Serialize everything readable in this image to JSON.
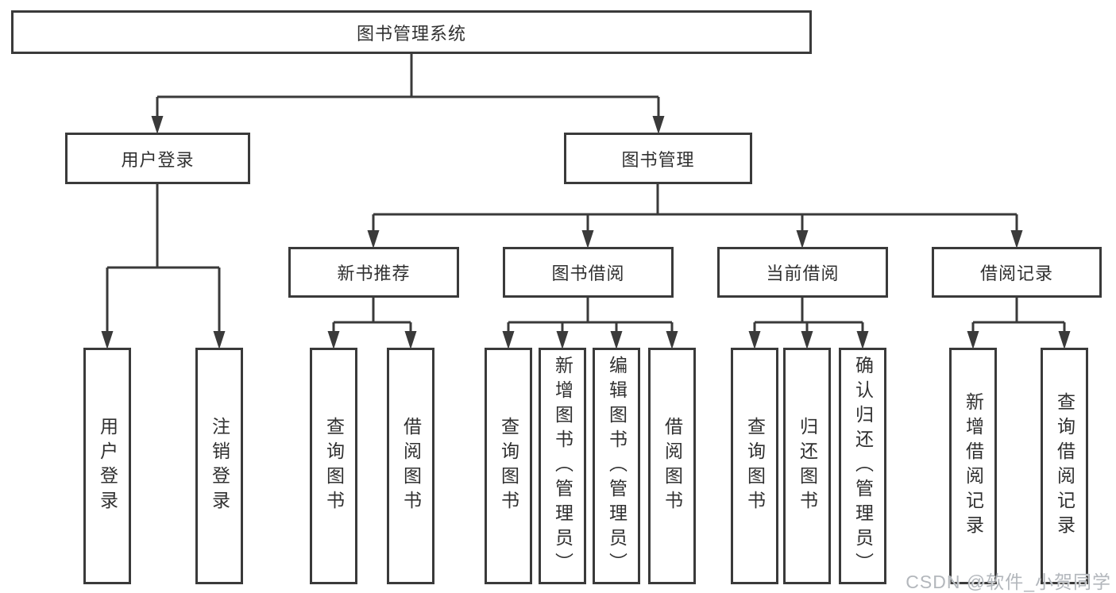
{
  "colors": {
    "line": "#3a3a3a",
    "box_border": "#3a3a3a",
    "text": "#303030",
    "box_fill": "#ffffff",
    "watermark": "#b3b7bc",
    "background": "#ffffff"
  },
  "watermark": {
    "text": "CSDN @软件_小贺同学"
  },
  "tree": {
    "root": {
      "label": "图书管理系统"
    },
    "children": [
      {
        "label": "用户登录",
        "children": [
          {
            "label": "用户登录"
          },
          {
            "label": "注销登录"
          }
        ]
      },
      {
        "label": "图书管理",
        "children": [
          {
            "label": "新书推荐",
            "children": [
              {
                "label": "查询图书"
              },
              {
                "label": "借阅图书"
              }
            ]
          },
          {
            "label": "图书借阅",
            "children": [
              {
                "label": "查询图书"
              },
              {
                "label": "新增图书（管理员）"
              },
              {
                "label": "编辑图书（管理员）"
              },
              {
                "label": "借阅图书"
              }
            ]
          },
          {
            "label": "当前借阅",
            "children": [
              {
                "label": "查询图书"
              },
              {
                "label": "归还图书"
              },
              {
                "label": "确认归还（管理员）"
              }
            ]
          },
          {
            "label": "借阅记录",
            "children": [
              {
                "label": "新增借阅记录"
              },
              {
                "label": "查询借阅记录"
              }
            ]
          }
        ]
      }
    ]
  }
}
